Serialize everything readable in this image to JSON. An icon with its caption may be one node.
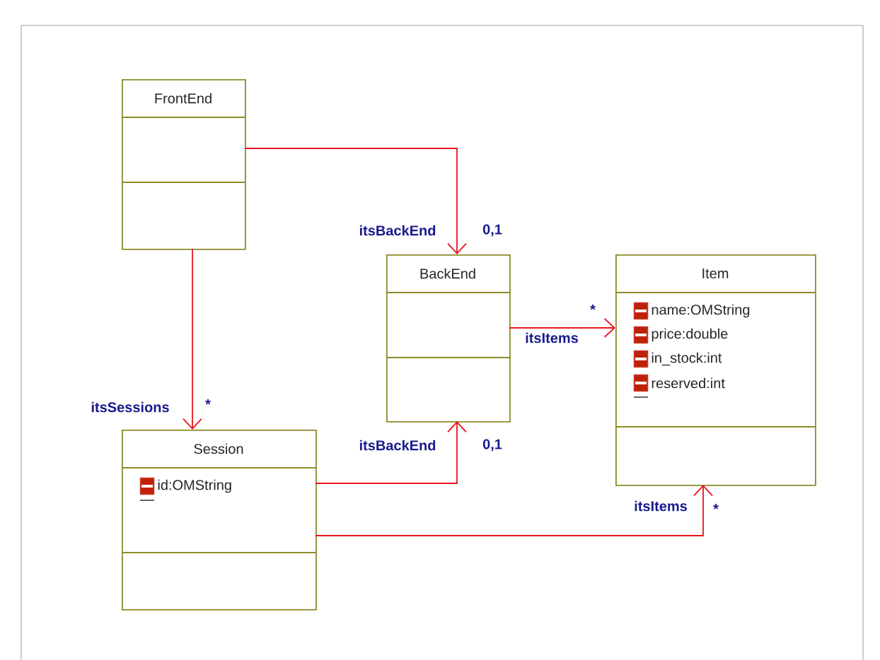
{
  "diagram": {
    "nodes": [
      {
        "text": [
          "FrontEnd"
        ]
      },
      {
        "text": [
          "BackEnd"
        ]
      },
      {
        "text": [
          "Item",
          "name:OMString",
          "price:double",
          "in_stock:int",
          "reserved:int"
        ]
      },
      {
        "text": [
          "Session",
          "id:OMString"
        ]
      }
    ],
    "edges": [
      {
        "from": 0,
        "to": 1,
        "arrow": "to",
        "label": "itsBackEnd"
      },
      {
        "from": 0,
        "to": 3,
        "arrow": "to",
        "label": "itsSessions"
      },
      {
        "from": 1,
        "to": 2,
        "arrow": "to",
        "label": "itsItems"
      },
      {
        "from": 3,
        "to": 1,
        "arrow": "to",
        "label": "itsBackEnd"
      },
      {
        "from": 3,
        "to": 2,
        "arrow": "to",
        "label": "itsItems"
      }
    ],
    "labels": [
      "0,1",
      "*",
      "*",
      "0,1",
      "*"
    ]
  }
}
